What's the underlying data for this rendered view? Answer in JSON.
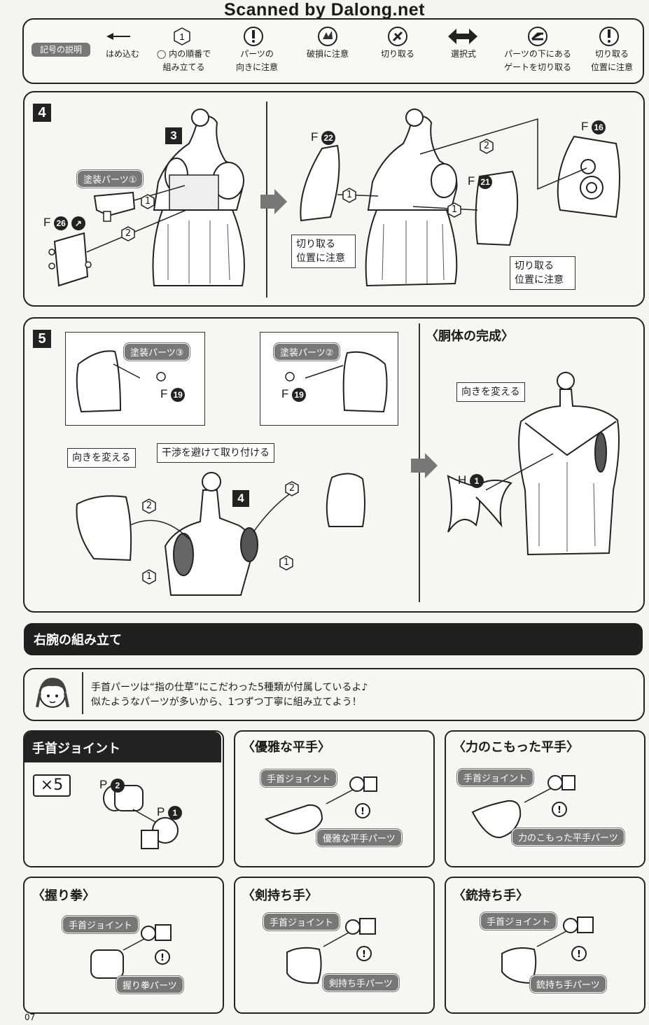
{
  "watermark": "Scanned by Dalong.net",
  "legend": {
    "title": "記号の説明",
    "items": [
      {
        "icon": "arrow-left-icon",
        "label": "はめ込む"
      },
      {
        "icon": "hexagon-number-icon",
        "symbol": "1",
        "label": "◯ 内の順番で\n組み立てる"
      },
      {
        "icon": "exclamation-circle-icon",
        "label": "パーツの\n向きに注意"
      },
      {
        "icon": "broken-part-icon",
        "label": "破損に注意"
      },
      {
        "icon": "cutter-icon",
        "label": "切り取る"
      },
      {
        "icon": "double-arrow-icon",
        "label": "選択式"
      },
      {
        "icon": "gate-under-part-icon",
        "label": "パーツの下にある\nゲートを切り取る"
      },
      {
        "icon": "cut-position-icon",
        "label": "切り取る\n位置に注意"
      }
    ]
  },
  "step4": {
    "number": "4",
    "sub_number": "3",
    "paint_tag": "塗装パーツ①",
    "parts": {
      "f26": "26",
      "f22": "22",
      "f16": "16",
      "f21": "21"
    },
    "f_letter": "F",
    "note_left": "切り取る\n位置に注意",
    "note_right": "切り取る\n位置に注意",
    "order": {
      "one": "1",
      "two": "2"
    }
  },
  "step5": {
    "number": "5",
    "paint_tag_3": "塗装パーツ③",
    "paint_tag_2": "塗装パーツ②",
    "f19": "19",
    "f_letter": "F",
    "turn_label_left": "向きを変える",
    "avoid_label": "干渉を避けて取り付ける",
    "sub_number": "4",
    "complete_title": "〈胴体の完成〉",
    "turn_label_right": "向きを変える",
    "h_letter": "H",
    "h1": "1",
    "order": {
      "one": "1",
      "two": "2"
    }
  },
  "section": {
    "title": "右腕の組み立て"
  },
  "info": {
    "text": "手首パーツは“指の仕草”にこだわった5種類が付属しているよ♪\n似たようなパーツが多いから、1つずつ丁寧に組み立てよう！"
  },
  "hands": {
    "wrist": {
      "title": "手首ジョイント",
      "qty": "×5",
      "p_letter": "P",
      "p2": "2",
      "p1": "1"
    },
    "panels": [
      {
        "title": "〈優雅な平手〉",
        "joint": "手首ジョイント",
        "part": "優雅な平手パーツ"
      },
      {
        "title": "〈力のこもった平手〉",
        "joint": "手首ジョイント",
        "part": "力のこもった平手パーツ"
      },
      {
        "title": "〈握り拳〉",
        "joint": "手首ジョイント",
        "part": "握り拳パーツ"
      },
      {
        "title": "〈剣持ち手〉",
        "joint": "手首ジョイント",
        "part": "剣持ち手パーツ"
      },
      {
        "title": "〈銃持ち手〉",
        "joint": "手首ジョイント",
        "part": "銃持ち手パーツ"
      }
    ]
  },
  "page_number": "07"
}
